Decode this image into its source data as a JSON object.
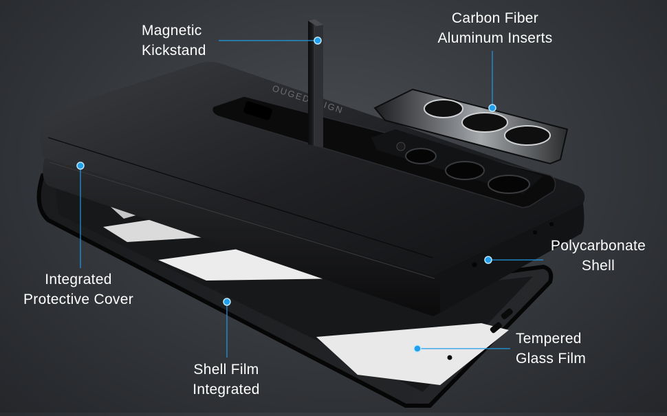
{
  "colors": {
    "background": "#3a3d41",
    "accent": "#1e9ff0",
    "text": "#ffffff"
  },
  "product": {
    "brand_text": "OUGEDESIGN"
  },
  "callouts": {
    "kickstand": {
      "line1": "Magnetic",
      "line2": "Kickstand"
    },
    "carbon": {
      "line1": "Carbon Fiber",
      "line2": "Aluminum Inserts"
    },
    "polycarbonate": {
      "line1": "Polycarbonate",
      "line2": "Shell"
    },
    "cover": {
      "line1": "Integrated",
      "line2": "Protective Cover"
    },
    "shellfilm": {
      "line1": "Shell Film",
      "line2": "Integrated"
    },
    "glass": {
      "line1": "Tempered",
      "line2": "Glass Film"
    }
  }
}
